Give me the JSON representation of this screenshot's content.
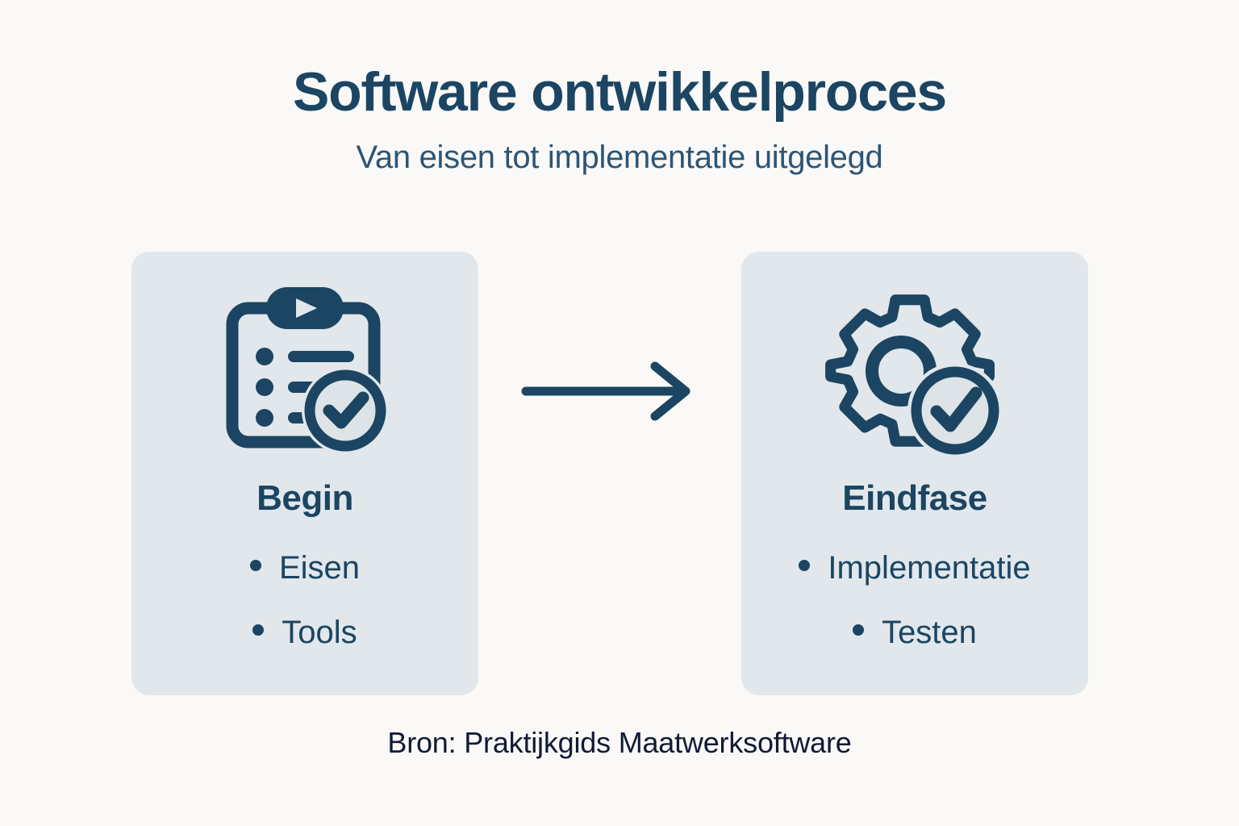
{
  "header": {
    "title": "Software ontwikkelproces",
    "subtitle": "Van eisen tot implementatie uitgelegd"
  },
  "colors": {
    "background": "#faf9f7",
    "card_background": "#e1e7eb",
    "navy": "#1b4562",
    "navy_subtitle": "#2c5576",
    "footer_text": "#101a35",
    "check_fill": "#dde3e6"
  },
  "cards": [
    {
      "id": "begin",
      "icon": "clipboard-checklist-play-icon",
      "heading": "Begin",
      "bullets": [
        "Eisen",
        "Tools"
      ]
    },
    {
      "id": "eindfase",
      "icon": "gear-check-icon",
      "heading": "Eindfase",
      "bullets": [
        "Implementatie",
        "Testen"
      ]
    }
  ],
  "connector": {
    "icon": "arrow-right-icon",
    "direction": "left-to-right"
  },
  "footer": {
    "source": "Bron: Praktijkgids Maatwerksoftware"
  }
}
